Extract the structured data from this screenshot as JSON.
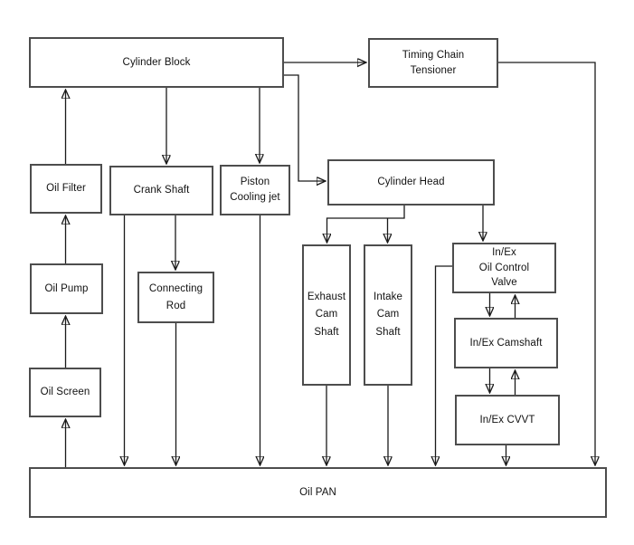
{
  "diagram": {
    "type": "flowchart",
    "subject": "Engine oil lubrication flow",
    "nodes": {
      "cylinder_block": {
        "label": "Cylinder Block"
      },
      "timing_chain_tensioner": {
        "label": "Timing Chain\nTensioner"
      },
      "oil_filter": {
        "label": "Oil Filter"
      },
      "crank_shaft": {
        "label": "Crank Shaft"
      },
      "piston_cooling_jet": {
        "label": "Piston\nCooling jet"
      },
      "cylinder_head": {
        "label": "Cylinder Head"
      },
      "oil_pump": {
        "label": "Oil Pump"
      },
      "connecting_rod": {
        "label": "Connecting\nRod"
      },
      "exhaust_cam_shaft": {
        "label": "Exhaust\nCam\nShaft"
      },
      "intake_cam_shaft": {
        "label": "Intake\nCam\nShaft"
      },
      "inex_oil_control_valve": {
        "label": "In/Ex\nOil Control\nValve"
      },
      "inex_camshaft": {
        "label": "In/Ex Camshaft"
      },
      "inex_cvvt": {
        "label": "In/Ex CVVT"
      },
      "oil_screen": {
        "label": "Oil Screen"
      },
      "oil_pan": {
        "label": "Oil PAN"
      }
    },
    "edges": [
      {
        "from": "oil_pan",
        "to": "oil_screen"
      },
      {
        "from": "oil_screen",
        "to": "oil_pump"
      },
      {
        "from": "oil_pump",
        "to": "oil_filter"
      },
      {
        "from": "oil_filter",
        "to": "cylinder_block"
      },
      {
        "from": "cylinder_block",
        "to": "crank_shaft"
      },
      {
        "from": "cylinder_block",
        "to": "piston_cooling_jet"
      },
      {
        "from": "cylinder_block",
        "to": "timing_chain_tensioner"
      },
      {
        "from": "cylinder_block",
        "to": "cylinder_head"
      },
      {
        "from": "timing_chain_tensioner",
        "to": "oil_pan"
      },
      {
        "from": "cylinder_head",
        "to": "exhaust_cam_shaft"
      },
      {
        "from": "cylinder_head",
        "to": "intake_cam_shaft"
      },
      {
        "from": "cylinder_head",
        "to": "inex_oil_control_valve"
      },
      {
        "from": "inex_oil_control_valve",
        "to": "inex_camshaft"
      },
      {
        "from": "inex_camshaft",
        "to": "inex_oil_control_valve"
      },
      {
        "from": "inex_camshaft",
        "to": "inex_cvvt"
      },
      {
        "from": "inex_cvvt",
        "to": "inex_camshaft"
      },
      {
        "from": "inex_oil_control_valve",
        "to": "oil_pan"
      },
      {
        "from": "inex_cvvt",
        "to": "oil_pan"
      },
      {
        "from": "exhaust_cam_shaft",
        "to": "oil_pan"
      },
      {
        "from": "intake_cam_shaft",
        "to": "oil_pan"
      },
      {
        "from": "crank_shaft",
        "to": "oil_pan"
      },
      {
        "from": "crank_shaft",
        "to": "connecting_rod"
      },
      {
        "from": "connecting_rod",
        "to": "oil_pan"
      },
      {
        "from": "piston_cooling_jet",
        "to": "oil_pan"
      }
    ]
  },
  "colors": {
    "background": "#ffffff",
    "box_border": "#4d4d4d",
    "line": "#1a1a1a",
    "text": "#111111"
  }
}
